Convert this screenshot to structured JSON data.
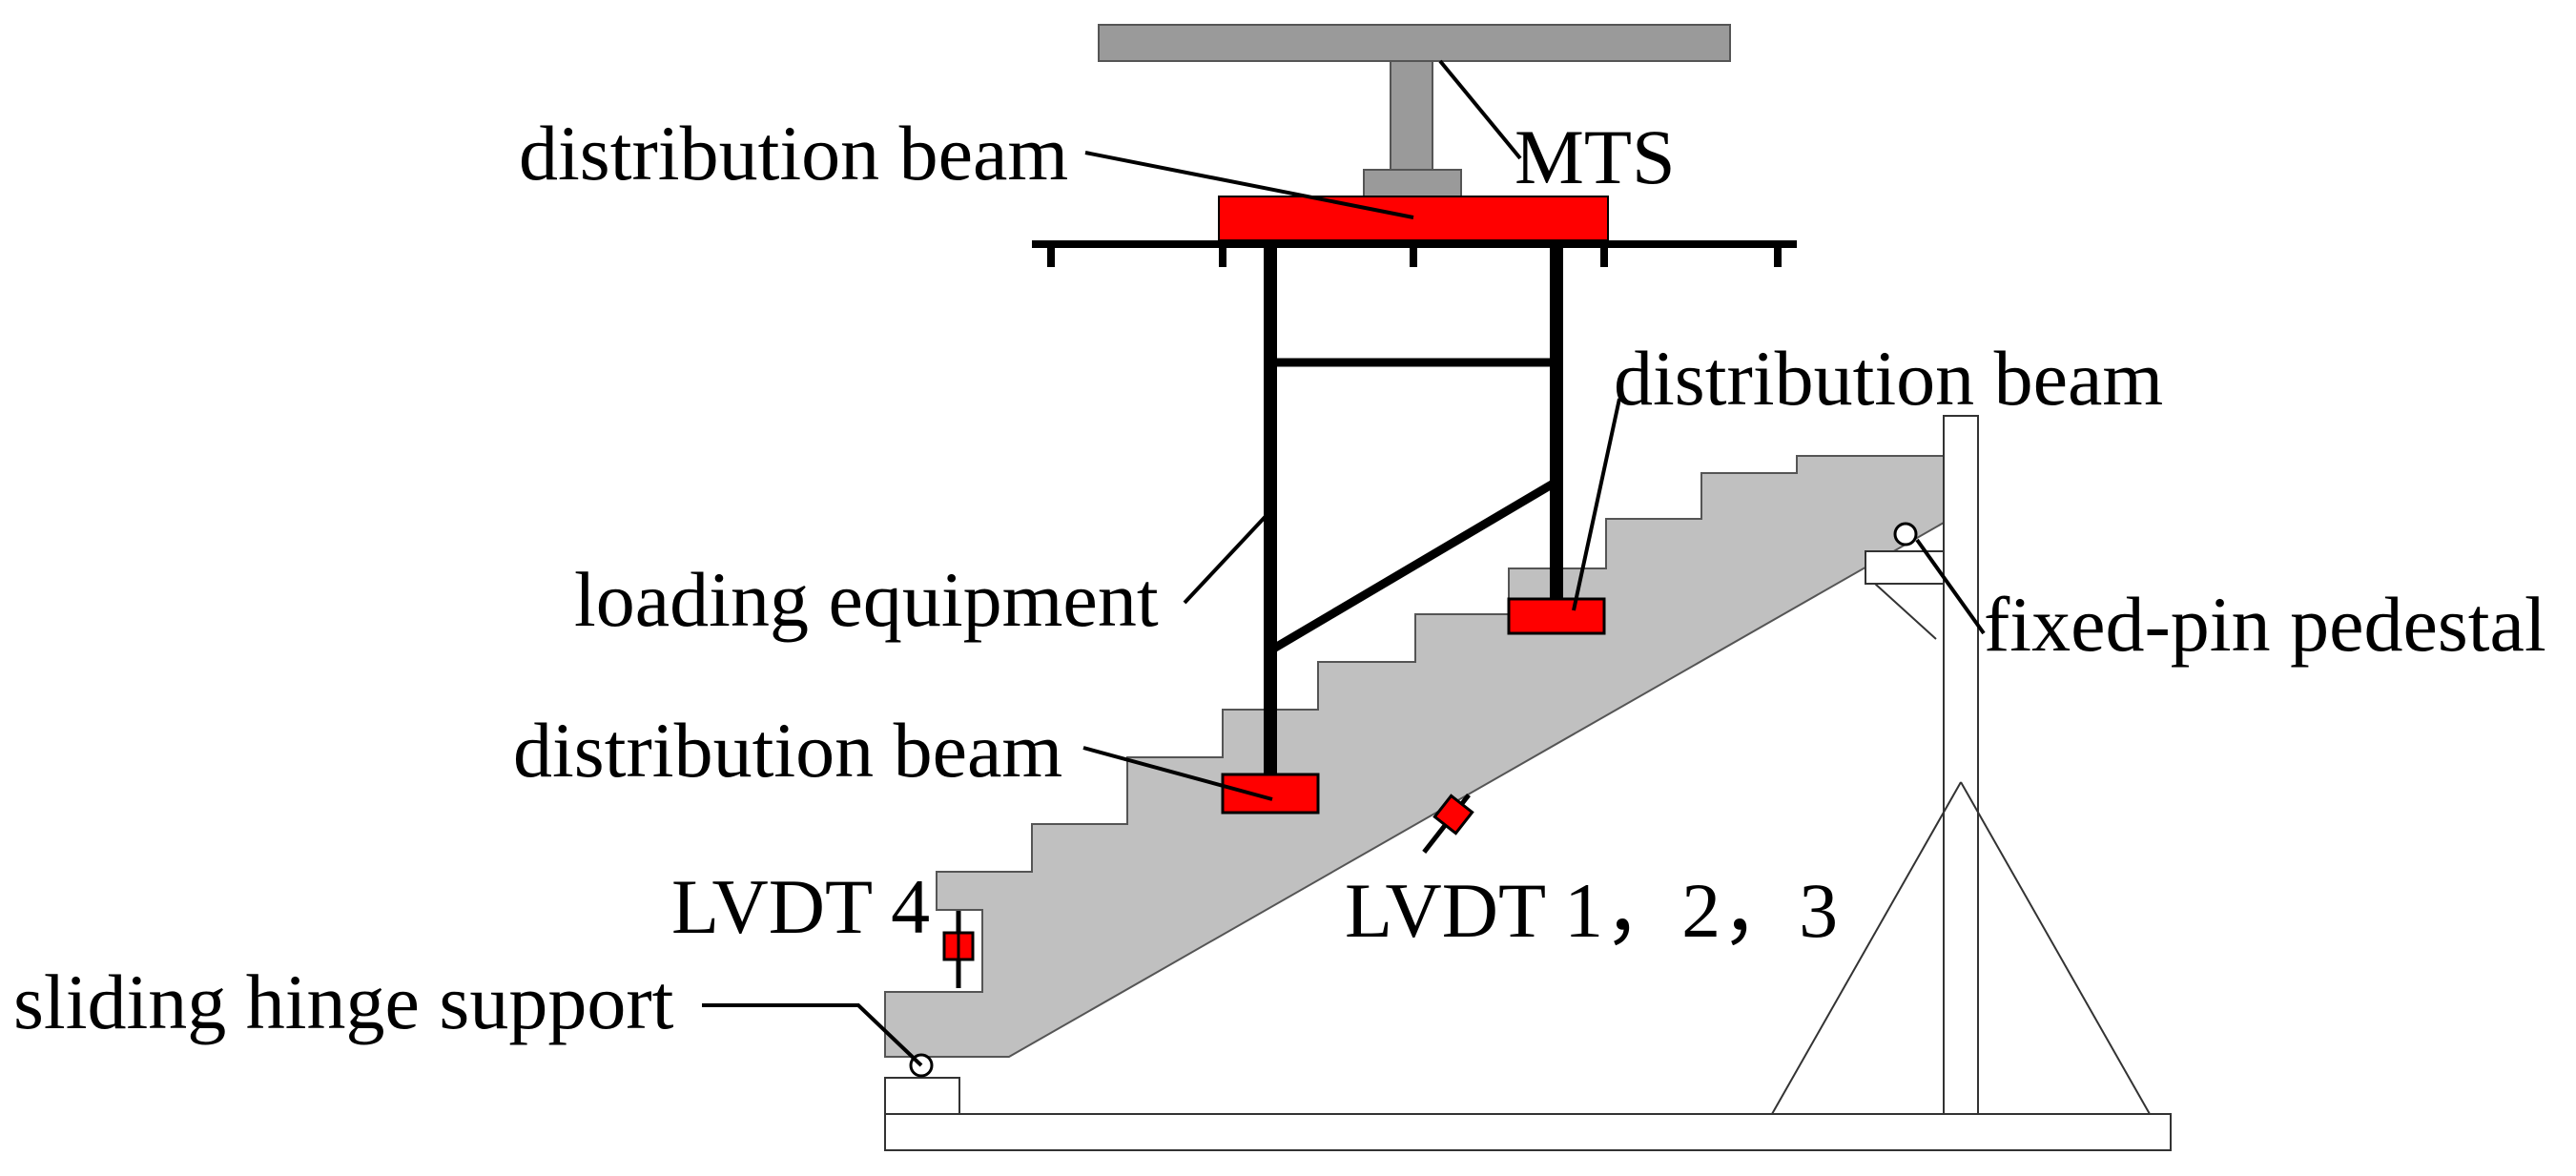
{
  "labels": {
    "mts": "MTS",
    "distribution_beam_top": "distribution beam",
    "distribution_beam_right": "distribution beam",
    "distribution_beam_bottom": "distribution beam",
    "loading_equipment": "loading equipment",
    "fixed_pin_pedestal": "fixed-pin pedestal",
    "lvdt_4": "LVDT 4",
    "lvdt_123": "LVDT 1，2，3",
    "sliding_hinge_support": "sliding hinge support"
  },
  "colors": {
    "steel_gray": "#9a9a9a",
    "stair_concrete": "#c0c0c0",
    "distribution_beam_red": "#ff0000",
    "frame_black": "#000000"
  }
}
